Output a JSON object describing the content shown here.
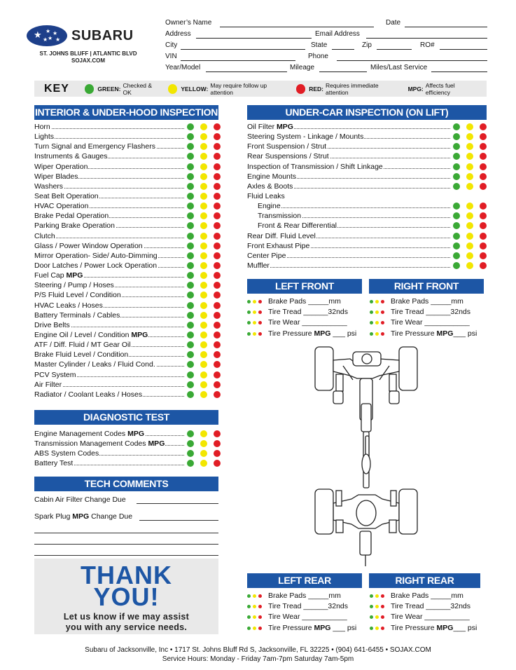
{
  "dealer": {
    "brand": "SUBARU",
    "location": "ST. JOHNS BLUFF | ATLANTIC BLVD",
    "website": "SOJAX.COM"
  },
  "customer_form": {
    "owners_name": "Owner’s Name",
    "date": "Date",
    "address": "Address",
    "email_address": "Email Address",
    "city": "City",
    "state": "State",
    "zip": "Zip",
    "ro": "RO#",
    "vin": "VIN",
    "phone": "Phone",
    "year_model": "Year/Model",
    "mileage": "Mileage",
    "miles_last_service": "Miles/Last Service"
  },
  "key": {
    "title": "KEY",
    "green_term": "GREEN:",
    "green_desc": "Checked & OK",
    "yellow_term": "YELLOW:",
    "yellow_desc": "May require follow up attention",
    "red_term": "RED:",
    "red_desc": "Requires immediate attention",
    "mpg_term": "MPG:",
    "mpg_desc": "Affects fuel efficiency"
  },
  "colors": {
    "green": "#3aa935",
    "yellow": "#f2e600",
    "red": "#e11d25",
    "header_blue": "#1d56a5"
  },
  "interior": {
    "title": "INTERIOR & UNDER-HOOD INSPECTION",
    "items": [
      "Horn",
      "Lights",
      "Turn Signal and Emergency Flashers",
      "Instruments & Gauges",
      "Wiper Operation",
      "Wiper Blades",
      "Washers",
      "Seat Belt Operation",
      "HVAC Operation",
      "Brake Pedal Operation",
      "Parking Brake Operation",
      "Clutch",
      "Glass / Power Window Operation",
      "Mirror Operation- Side/ Auto-Dimming",
      "Door Latches / Power Lock Operation",
      "Fuel Cap MPG",
      "Steering / Pump / Hoses",
      "P/S Fluid Level / Condition",
      "HVAC Leaks / Hoses",
      "Battery Terminals / Cables",
      "Drive Belts",
      "Engine Oil / Level / Condition MPG",
      "ATF / Diff. Fluid / MT Gear Oil",
      "Brake Fluid Level / Condition",
      "Master Cylinder / Leaks / Fluid Cond.",
      "PCV System",
      "Air Filter",
      "Radiator / Coolant Leaks / Hoses"
    ]
  },
  "diagnostic": {
    "title": "DIAGNOSTIC TEST",
    "items": [
      "Engine Management Codes MPG",
      "Transmission Management Codes MPG",
      "ABS System Codes",
      "Battery Test"
    ]
  },
  "tech_comments": {
    "title": "TECH COMMENTS",
    "lines": [
      "Cabin Air Filter Change Due",
      "Spark Plug MPG Change Due"
    ]
  },
  "thanks": {
    "line1": "THANK",
    "line2": "YOU!",
    "message1": "Let us know if we may assist",
    "message2": "you with any service needs."
  },
  "under_car": {
    "title": "UNDER-CAR INSPECTION (ON LIFT)",
    "items": [
      "Oil Filter MPG",
      "Steering System - Linkage / Mounts",
      "Front Suspension / Strut",
      "Rear Suspensions / Strut",
      "Inspection of Transmission / Shift Linkage",
      "Engine Mounts",
      "Axles & Boots",
      "Fluid Leaks",
      "Engine",
      "Transmission",
      "Front & Rear Differential",
      "Rear Diff. Fluid Level",
      "Front Exhaust Pipe",
      "Center Pipe",
      "Muffler"
    ]
  },
  "tires": {
    "left_front": "LEFT FRONT",
    "right_front": "RIGHT FRONT",
    "left_rear": "LEFT REAR",
    "right_rear": "RIGHT REAR",
    "brake_pads": "Brake Pads _____mm",
    "tire_tread": "Tire Tread ______32nds",
    "tire_wear": "Tire Wear ___________",
    "tire_pressure_l": "Tire Pressure MPG ___ psi",
    "tire_pressure_r": "Tire Pressure MPG___ psi"
  },
  "footer": {
    "line1": "Subaru of Jacksonville, Inc • 1717 St. Johns Bluff Rd S, Jacksonville,  FL 32225 • (904) 641-6455 • SOJAX.COM",
    "line2": "Service Hours: Monday - Friday 7am-7pm Saturday 7am-5pm"
  }
}
